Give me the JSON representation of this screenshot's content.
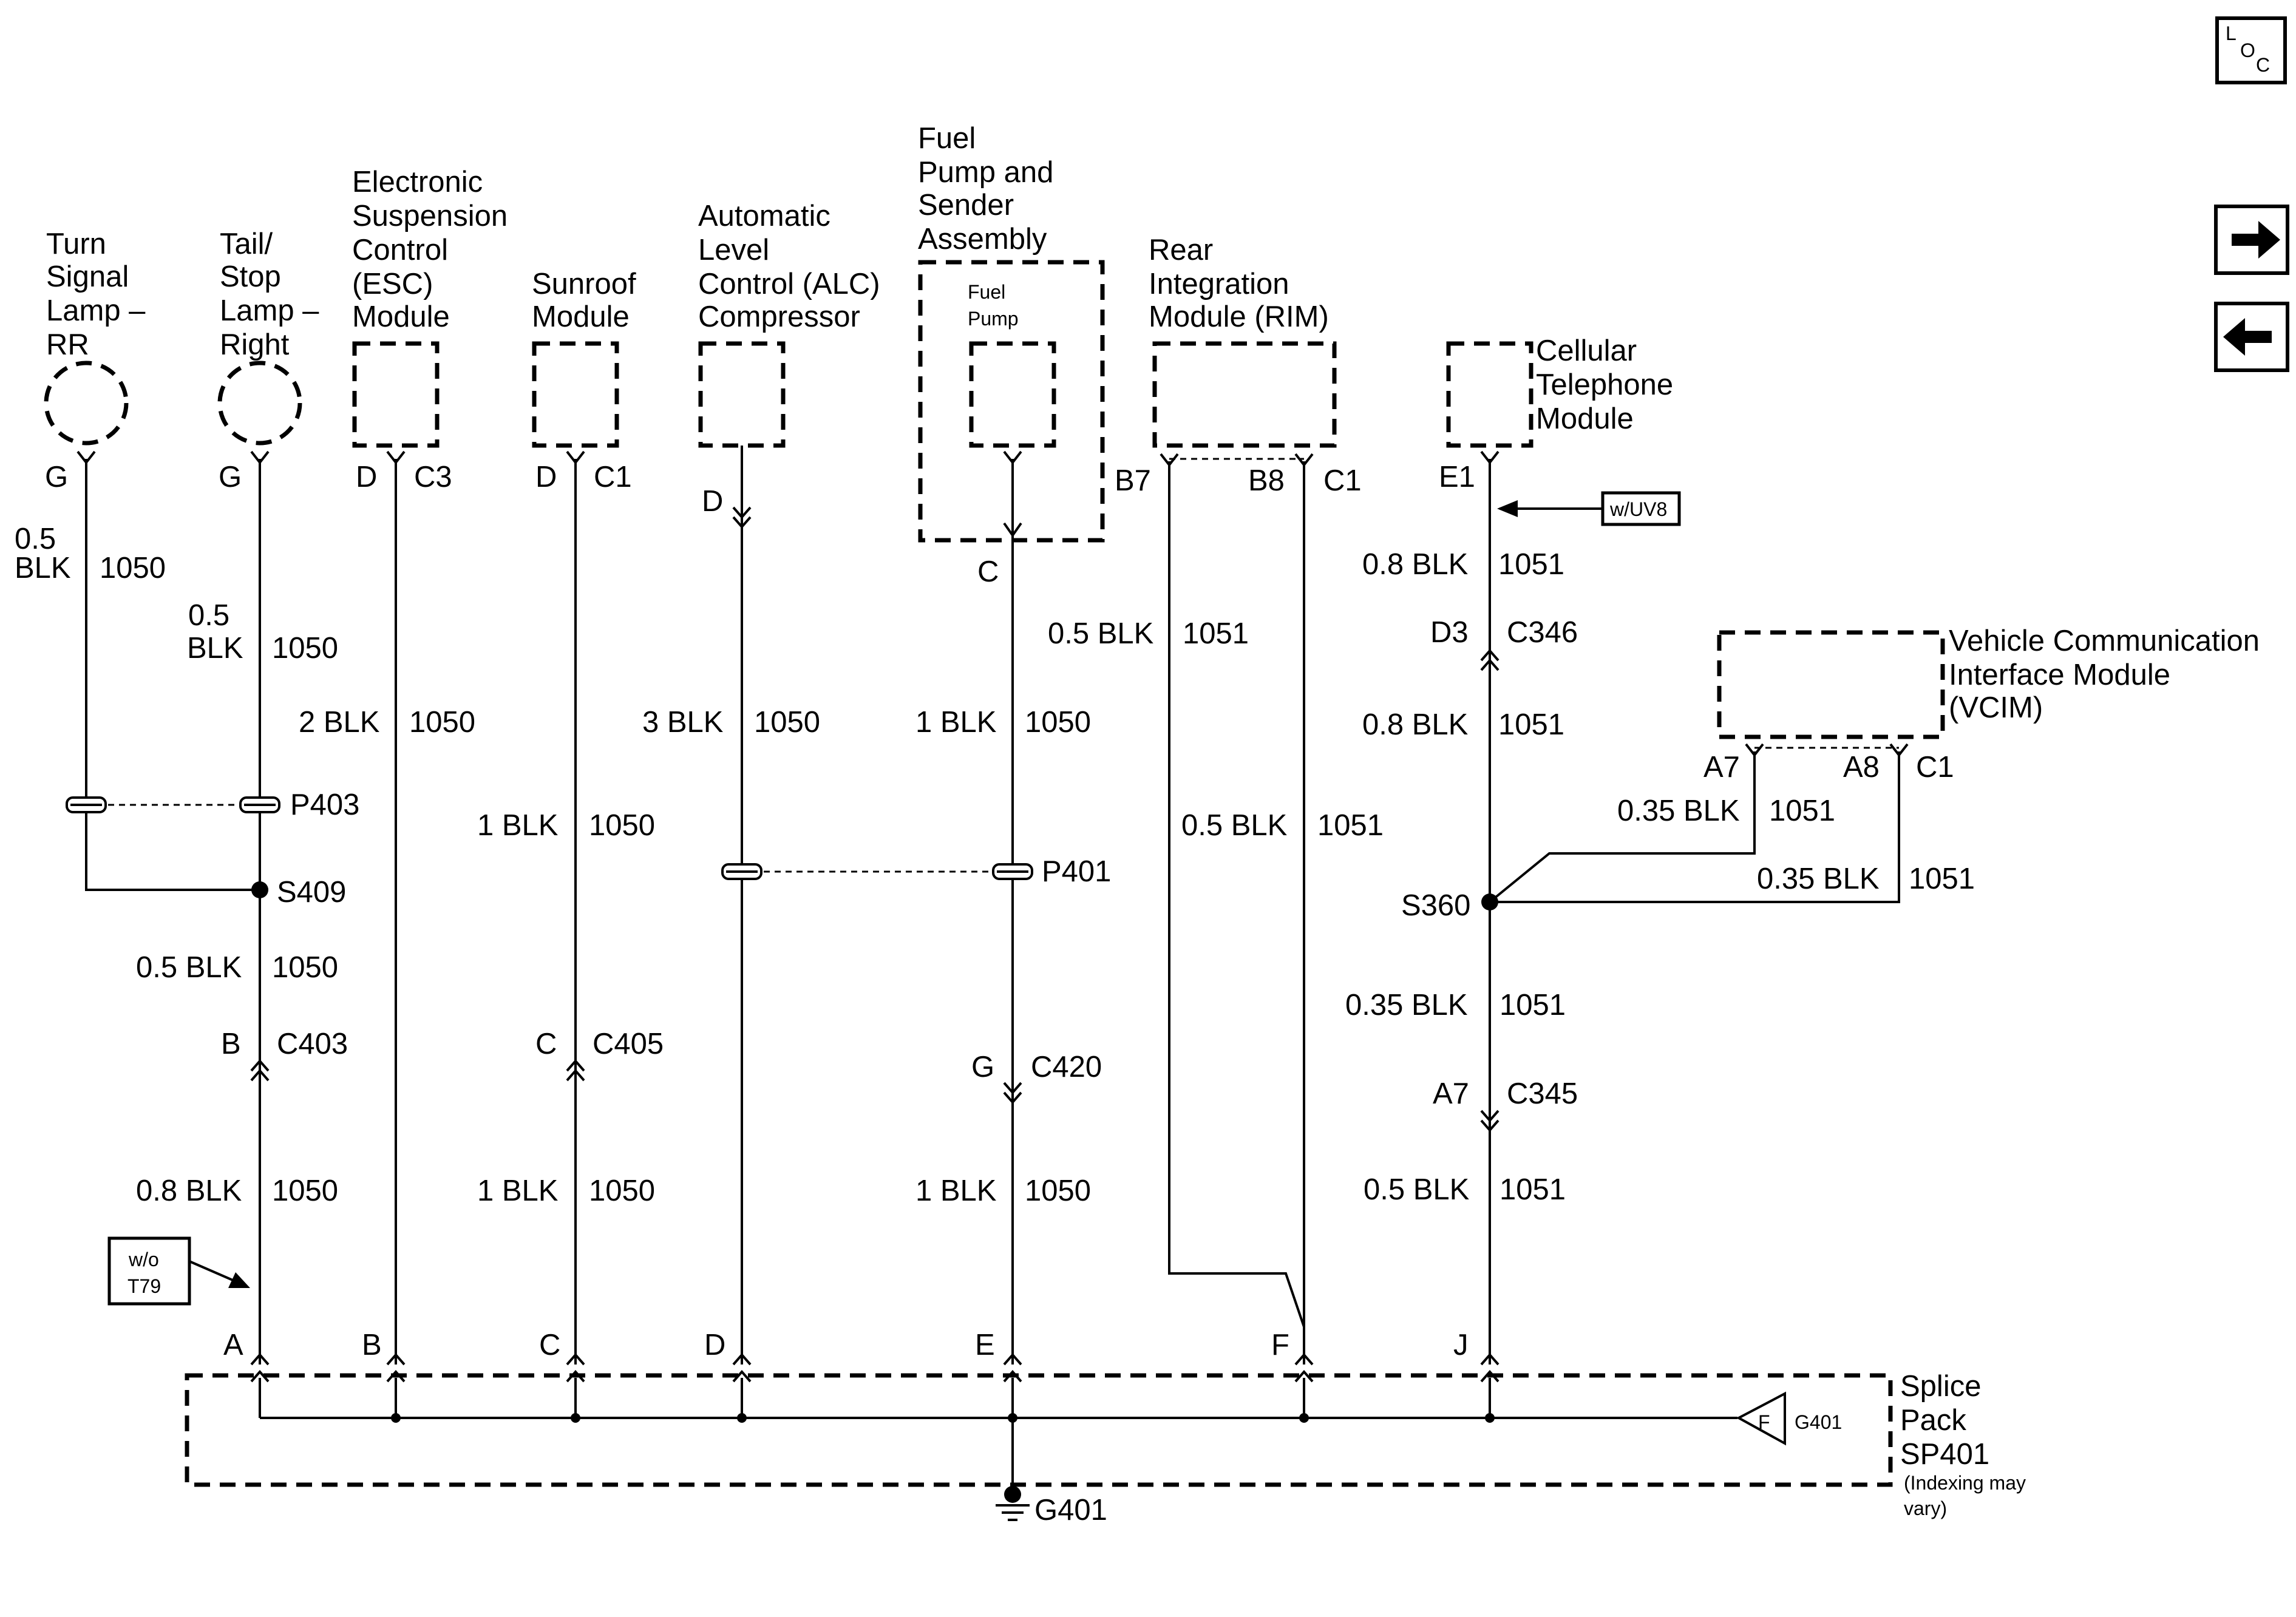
{
  "nav": {
    "loc_l": "L",
    "loc_o": "O",
    "loc_c": "C",
    "forward_icon": "arrow-right-icon",
    "back_icon": "arrow-left-icon"
  },
  "components": {
    "turn_signal": [
      "Turn",
      "Signal",
      "Lamp –",
      "RR"
    ],
    "tail_stop": [
      "Tail/",
      "Stop",
      "Lamp –",
      "Right"
    ],
    "esc": [
      "Electronic",
      "Suspension",
      "Control",
      "(ESC)",
      "Module"
    ],
    "sunroof": [
      "Sunroof",
      "Module"
    ],
    "alc": [
      "Automatic",
      "Level",
      "Control (ALC)",
      "Compressor"
    ],
    "fuel_pump_assy": [
      "Fuel",
      "Pump and",
      "Sender",
      "Assembly"
    ],
    "fuel_pump": [
      "Fuel",
      "Pump"
    ],
    "rim": [
      "Rear",
      "Integration",
      "Module (RIM)"
    ],
    "cellular": [
      "Cellular",
      "Telephone",
      "Module"
    ],
    "vcim": [
      "Vehicle Communication",
      "Interface Module",
      "(VCIM)"
    ],
    "splice_pack": [
      "Splice",
      "Pack",
      "SP401"
    ],
    "splice_note": [
      "(Indexing may",
      "vary)"
    ]
  },
  "pins": {
    "turn_g": "G",
    "tail_g": "G",
    "esc_d": "D",
    "esc_c3": "C3",
    "sunroof_d": "D",
    "sunroof_c1": "C1",
    "alc_d": "D",
    "fuel_c": "C",
    "rim_b7": "B7",
    "rim_b8": "B8",
    "rim_c1": "C1",
    "cell_e1": "E1",
    "vcim_a7": "A7",
    "vcim_a8": "A8",
    "vcim_c1": "C1",
    "c403_b": "B",
    "c403": "C403",
    "c405_c": "C",
    "c405": "C405",
    "c420_g": "G",
    "c420": "C420",
    "c346_d3": "D3",
    "c346": "C346",
    "c345_a7": "A7",
    "c345": "C345",
    "sp_a": "A",
    "sp_b": "B",
    "sp_c": "C",
    "sp_d": "D",
    "sp_e": "E",
    "sp_f": "F",
    "sp_j": "J"
  },
  "wires": {
    "w_turn_size": "0.5",
    "w_turn_color": "BLK",
    "w_turn_circuit": "1050",
    "w_tail_size": "0.5",
    "w_tail_color": "BLK",
    "w_tail_circuit": "1050",
    "w_esc": "2 BLK",
    "w_esc_circuit": "1050",
    "w_sunroof_up": "1 BLK",
    "w_sunroof_up_circuit": "1050",
    "w_alc": "3 BLK",
    "w_alc_circuit": "1050",
    "w_fuel_up": "1 BLK",
    "w_fuel_up_circuit": "1050",
    "w_rim_b7": "0.5 BLK",
    "w_rim_b7_circuit": "1051",
    "w_rim_c1": "0.5 BLK",
    "w_rim_c1_circuit": "1051",
    "w_cell_top": "0.8 BLK",
    "w_cell_top_circuit": "1051",
    "w_cell_mid": "0.8 BLK",
    "w_cell_mid_circuit": "1051",
    "w_vcim_a7": "0.35 BLK",
    "w_vcim_a7_circuit": "1051",
    "w_vcim_c1": "0.35 BLK",
    "w_vcim_c1_circuit": "1051",
    "w_s360_down": "0.35 BLK",
    "w_s360_down_circuit": "1051",
    "w_c345_down": "0.5 BLK",
    "w_c345_down_circuit": "1051",
    "w_s409_down": "0.5 BLK",
    "w_s409_down_circuit": "1050",
    "w_c403_down": "0.8 BLK",
    "w_c403_down_circuit": "1050",
    "w_c405_down": "1 BLK",
    "w_c405_down_circuit": "1050",
    "w_c420_down": "1 BLK",
    "w_c420_down_circuit": "1050"
  },
  "splices": {
    "s409": "S409",
    "s360": "S360",
    "p403": "P403",
    "p401": "P401"
  },
  "notes": {
    "wuv8": "w/UV8",
    "wo": "w/o",
    "t79": "T79"
  },
  "ground": {
    "g401": "G401",
    "g401_ref": "G401",
    "g401_f": "F"
  }
}
